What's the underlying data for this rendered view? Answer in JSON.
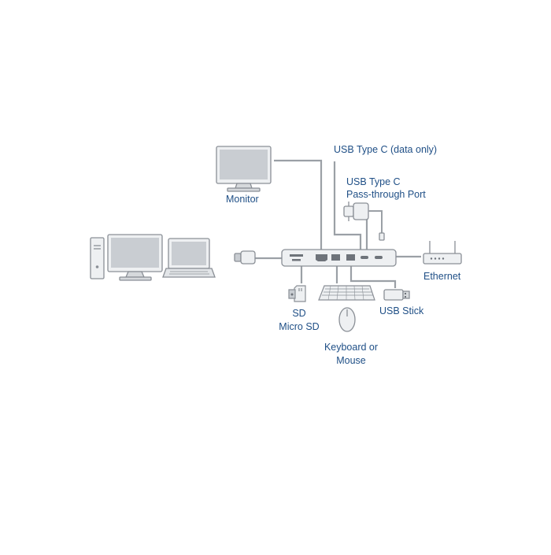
{
  "labels": {
    "monitor": "Monitor",
    "usb_c_data": "USB Type C (data only)",
    "usb_c_pd_line1": "USB Type C",
    "usb_c_pd_line2": "Pass-through Port",
    "ethernet": "Ethernet",
    "usb_stick": "USB Stick",
    "sd_line1": "SD",
    "sd_line2": "Micro SD",
    "keyboard_line1": "Keyboard or",
    "keyboard_line2": "Mouse"
  },
  "colors": {
    "label_text": "#1f4f86",
    "device_stroke": "#8a8f96",
    "device_fill": "#eef0f2",
    "screen_fill": "#c9cdd2",
    "cable": "#9ba0a6"
  },
  "icons": [
    "desktop-pc-icon",
    "laptop-icon",
    "usb-c-plug-icon",
    "monitor-icon",
    "power-adapter-icon",
    "docking-hub-icon",
    "router-icon",
    "sd-card-icon",
    "keyboard-icon",
    "mouse-icon",
    "usb-stick-icon"
  ]
}
